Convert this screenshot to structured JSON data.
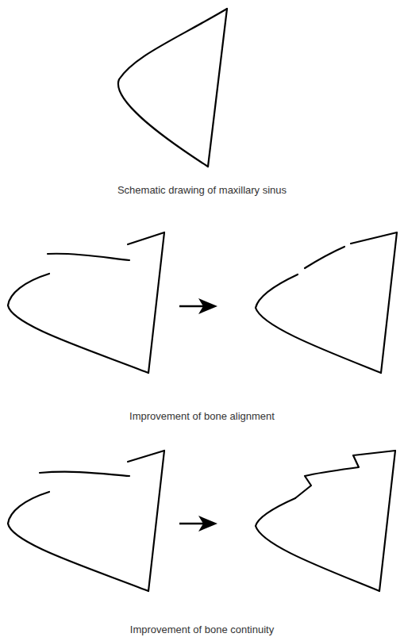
{
  "diagram": {
    "labels": [
      "Schematic drawing of maxillary sinus",
      "Improvement of bone alignment",
      "Improvement of bone continuity"
    ]
  }
}
